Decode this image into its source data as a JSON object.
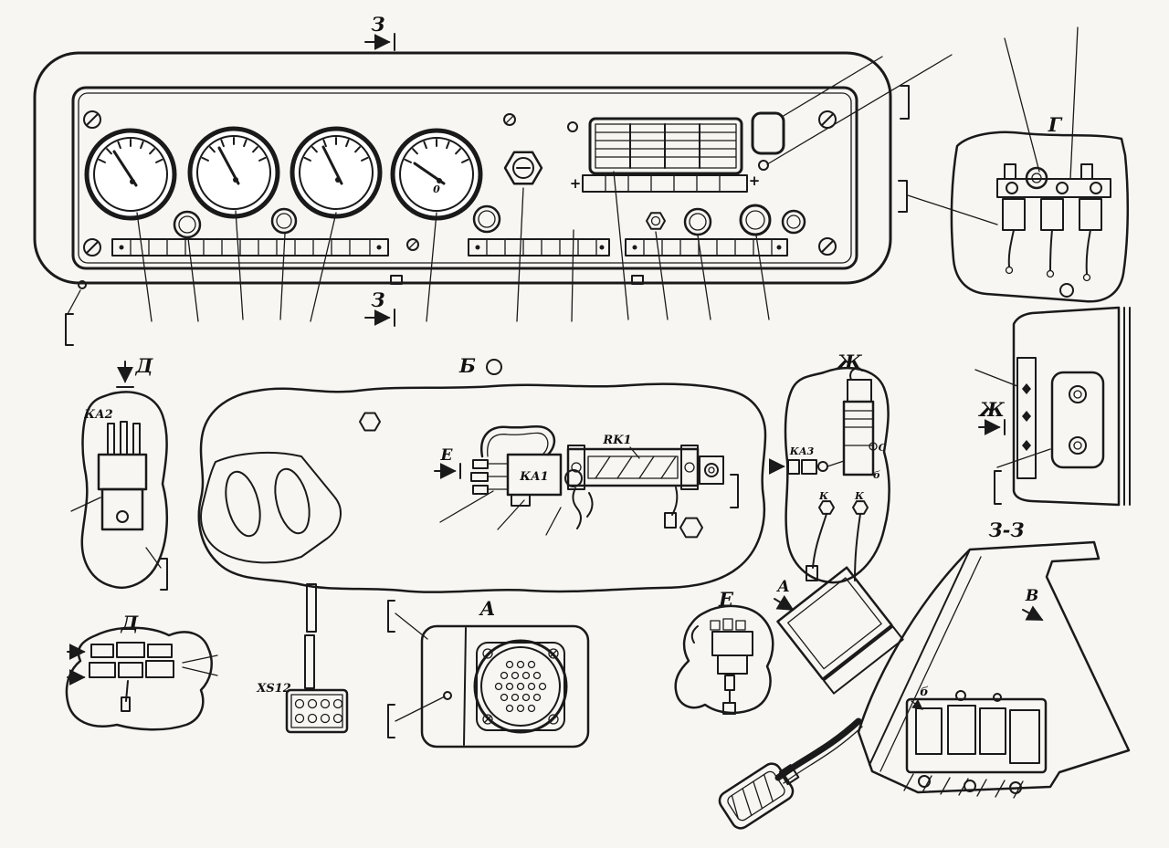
{
  "labels": {
    "section_arrow_top": "З",
    "section_arrow_bottom": "З",
    "view_g": "Г",
    "view_d_arrow": "Д",
    "view_d_detail": "Д",
    "relay_ka2": "КА2",
    "view_b": "Б",
    "connector_e_arrow": "Е",
    "relay_ka1": "КА1",
    "resistor_rk1": "RK1",
    "connector_xs12": "XS12",
    "view_a": "А",
    "view_e_detail": "Е",
    "view_zh": "Ж",
    "relay_ka3": "КА3",
    "terminal_c": "С",
    "terminal_b": "б",
    "terminal_k_left": "К",
    "terminal_k_right": "К",
    "view_zh_side_arrow": "Ж",
    "arrow_a": "А",
    "arrow_v": "В",
    "arrow_b_small": "б",
    "section_zz": "З-З",
    "plus_left": "+",
    "plus_right": "+",
    "gauge4_zero": "0"
  }
}
